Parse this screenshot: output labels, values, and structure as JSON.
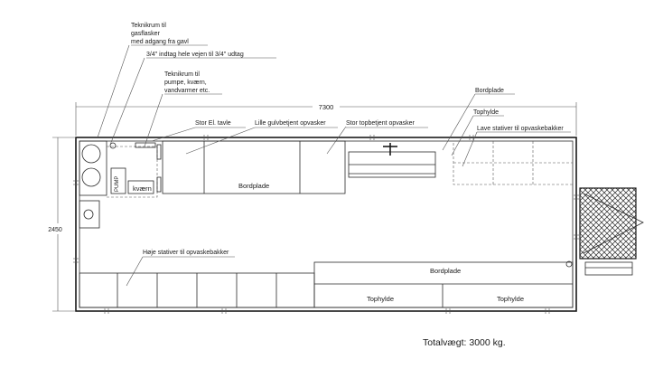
{
  "labels": {
    "teknikrum_gas": [
      "Teknikrum til",
      "gasflasker",
      "med adgang fra gavl"
    ],
    "indtag": "3/4\" indtag hele vejen til 3/4\" udtag",
    "teknikrum_pumpe": [
      "Teknikrum til",
      "pumpe, kværn,",
      "vandvarmer etc."
    ],
    "dim_length": "7300",
    "dim_width": "2450",
    "bordplade_top_right": "Bordplade",
    "tophylde_top": "Tophylde",
    "lave_stativer": "Lave stativer til opvaskebakker",
    "stor_el_tavle": "Stor El. tavle",
    "lille_opvasker": "Lille gulvbetjent opvasker",
    "stor_opvasker": "Stor topbetjent opvasker",
    "bordplade_mid": "Bordplade",
    "kvaern": "kværn",
    "hoje_stativer": "Høje stativer til opvaskebakker",
    "bordplade_bottom": "Bordplade",
    "tophylde_bottom_left": "Tophylde",
    "tophylde_bottom_right": "Tophylde",
    "totalvaegt": "Totalvægt: 3000 kg."
  }
}
